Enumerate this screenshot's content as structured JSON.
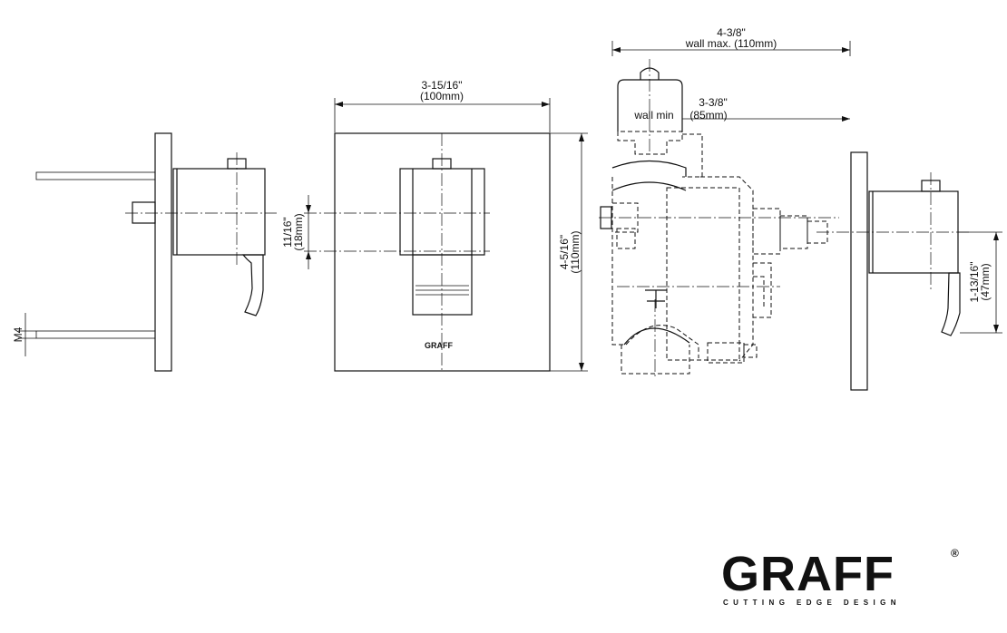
{
  "dimensions": {
    "width_top_in": "3-15/16\"",
    "width_top_mm": "(100mm)",
    "height_right_in": "4-5/16\"",
    "height_right_mm": "(110mm)",
    "offset_in": "11/16\"",
    "offset_mm": "(18mm)",
    "wall_max_in": "4-3/8\"",
    "wall_max_mm": "wall max. (110mm)",
    "wall_min_in": "3-3/8\"",
    "wall_min_label": "wall min",
    "wall_min_mm": "(85mm)",
    "screw_label": "M4",
    "depth_in": "1-13/16\"",
    "depth_mm": "(47mm)"
  },
  "front_logo": "GRAFF",
  "brand": {
    "name": "GRAFF",
    "tagline": "CUTTING EDGE DESIGN",
    "registered_mark": "®"
  }
}
